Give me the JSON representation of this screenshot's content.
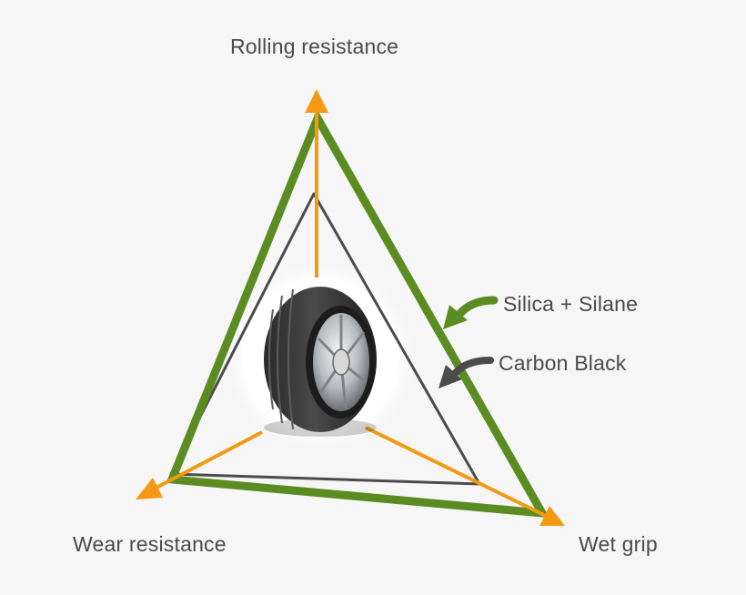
{
  "axes": {
    "top": "Rolling resistance",
    "bottom_left": "Wear resistance",
    "bottom_right": "Wet grip"
  },
  "legend": {
    "silica": "Silica + Silane",
    "carbon": "Carbon Black"
  },
  "colors": {
    "background": "#f6f6f6",
    "silica_green": "#5b8c22",
    "carbon_gray": "#4b4b4b",
    "axis_orange": "#f39a12",
    "text": "#4a4a4a"
  },
  "icons": {
    "center": "tire-icon"
  }
}
